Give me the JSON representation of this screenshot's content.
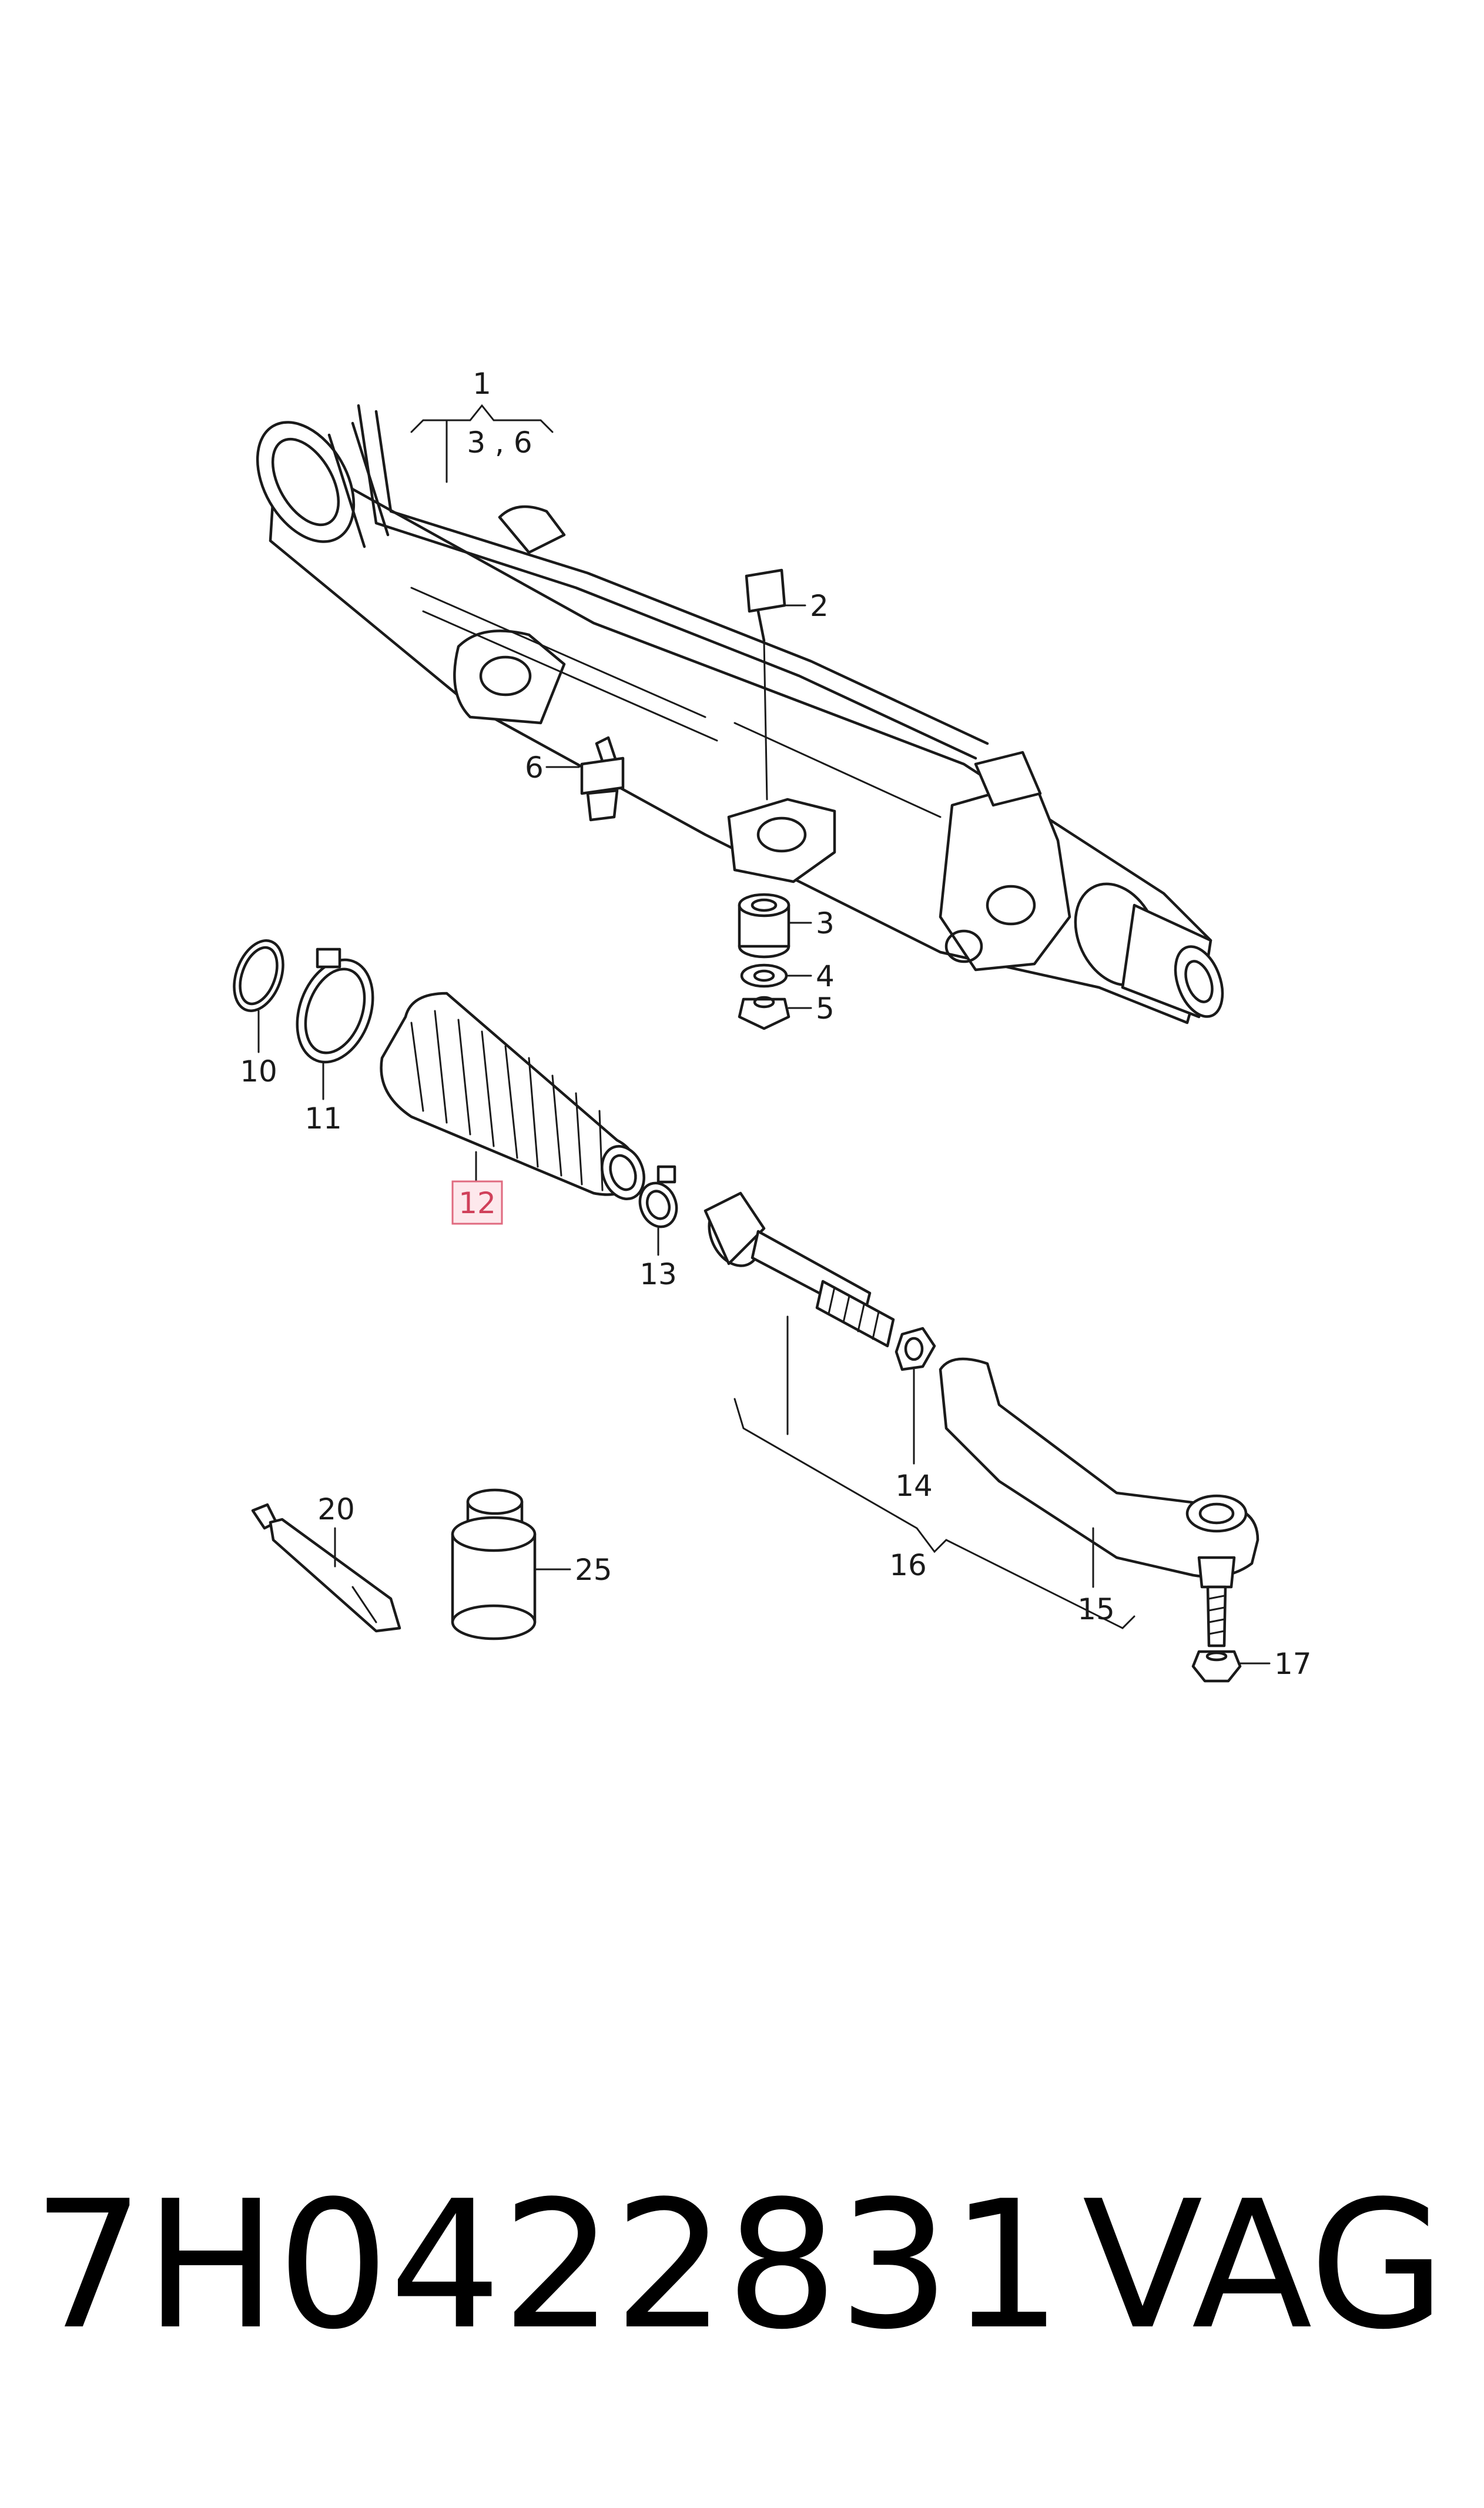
{
  "callouts": {
    "c1": "1",
    "c1_sub": "3 , 6",
    "c2": "2",
    "c3": "3",
    "c4": "4",
    "c5": "5",
    "c6": "6",
    "c10": "10",
    "c11": "11",
    "c12": "12",
    "c13": "13",
    "c14": "14",
    "c15": "15",
    "c16": "16",
    "c17": "17",
    "c20": "20",
    "c25": "25"
  },
  "highlight": {
    "callout": "12",
    "color": "#e06a7f"
  },
  "footer": {
    "part_number": "7H0422831",
    "brand": "VAG"
  }
}
